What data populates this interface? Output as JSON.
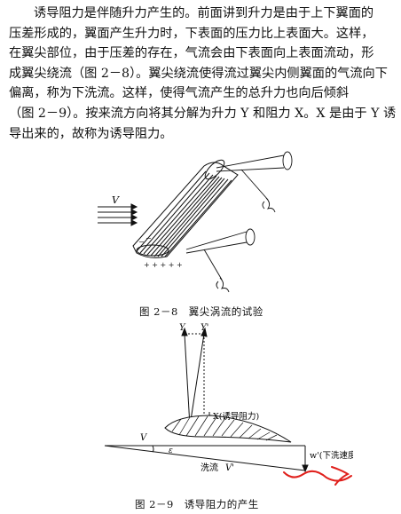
{
  "paragraph": {
    "lines": [
      "诱导阻力是伴随升力产生的。前面讲到升力是由于上下翼面的",
      "压差形成的，翼面产生升力时，下表面的压力比上表面大。这样，",
      "在翼尖部位，由于压差的存在，气流会由下表面向上表面流动，形",
      "成翼尖绕流（图 2－8）。翼尖绕流使得流过翼尖内侧翼面的气流向下",
      "偏离，称为下洗流。这样，使得气流产生的总升力也向后倾斜",
      "（图 2－9）。按来流方向将其分解为升力 Y 和阻力 X。X 是由于 Y 诱",
      "导出来的，故称为诱导阻力。"
    ]
  },
  "figure1": {
    "caption": "图 2－8　翼尖涡流的试验",
    "label_v": "V"
  },
  "figure2": {
    "caption": "图 2－9　诱导阻力的产生",
    "label_y": "Y",
    "label_y_prime": "Y'",
    "label_x": "X(诱导阻力)",
    "label_v": "V",
    "label_epsilon": "ε",
    "label_w": "w'(下洗速度)",
    "label_downwash": "洗流",
    "label_v_prime": "V'"
  },
  "annotation": {
    "color": "#e0201c"
  }
}
